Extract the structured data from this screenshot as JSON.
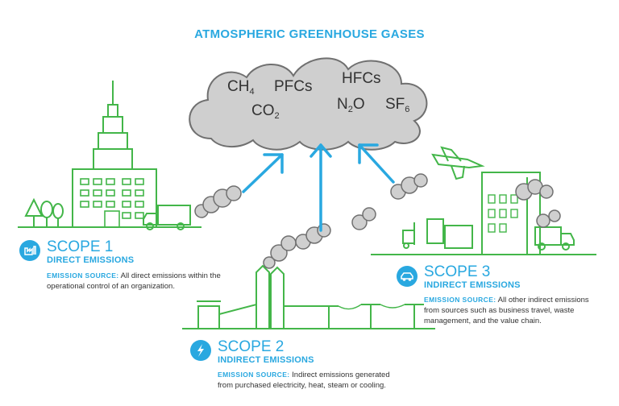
{
  "title": "ATMOSPHERIC GREENHOUSE GASES",
  "gases": {
    "ch4": {
      "base": "CH",
      "sub": "4"
    },
    "pfcs": {
      "base": "PFCs"
    },
    "co2": {
      "base": "CO",
      "sub": "2"
    },
    "hfcs": {
      "base": "HFCs"
    },
    "n2o": {
      "base": "N",
      "sub": "2",
      "tail": "O"
    },
    "sf6": {
      "base": "SF",
      "sub": "6"
    }
  },
  "scopes": [
    {
      "title": "SCOPE 1",
      "subtitle": "DIRECT EMISSIONS",
      "source_label": "EMISSION SOURCE:",
      "line1": "All direct emissions within the",
      "line2": "operational control of an organization.",
      "icon": "factory-icon"
    },
    {
      "title": "SCOPE 2",
      "subtitle": "INDIRECT EMISSIONS",
      "source_label": "EMISSION SOURCE:",
      "line1": "Indirect emissions generated",
      "line2": "from purchased electricity, heat, steam or cooling.",
      "icon": "lightning-icon"
    },
    {
      "title": "SCOPE 3",
      "subtitle": "INDIRECT EMISSIONS",
      "source_label": "EMISSION SOURCE:",
      "line1": "All other indirect emissions",
      "line2": "from sources such as business travel, waste",
      "line3": "management, and the value chain.",
      "icon": "car-icon"
    }
  ],
  "colors": {
    "accent_blue": "#29a8e0",
    "line_green": "#43b649",
    "cloud_gray": "#cfcfcf",
    "cloud_stroke": "#707070"
  }
}
